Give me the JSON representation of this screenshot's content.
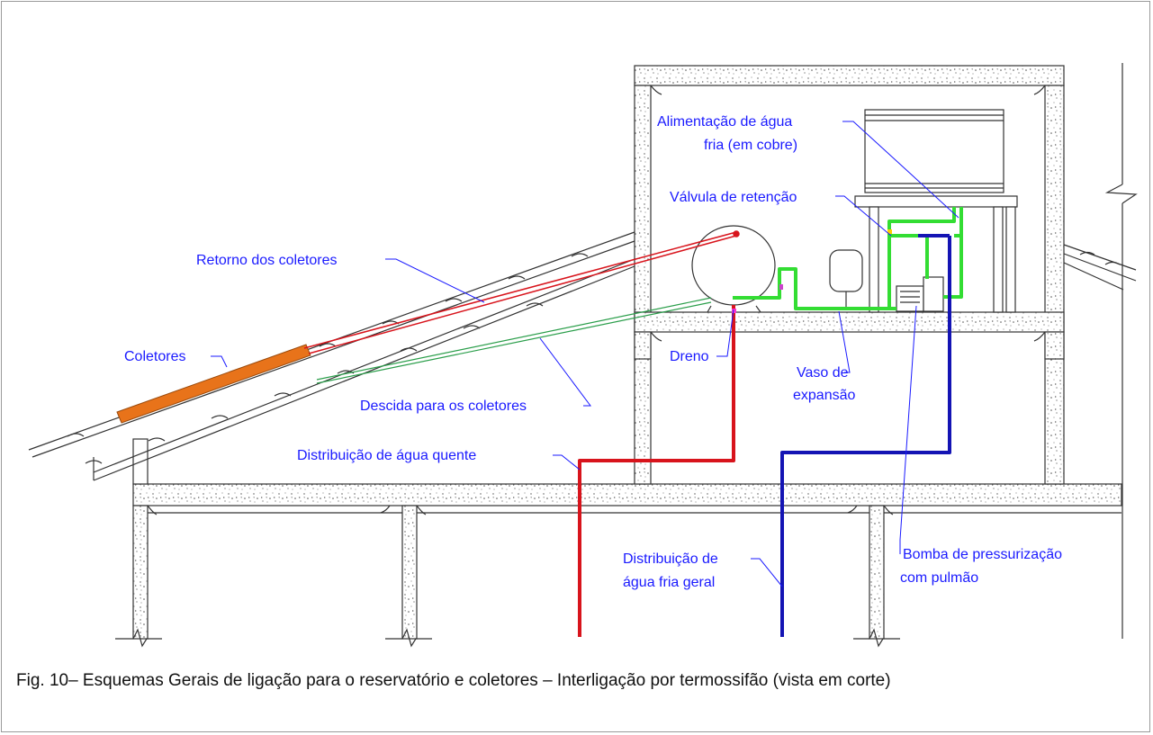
{
  "labels": {
    "alimentacao_l1": "Alimentação de água",
    "alimentacao_l2": "fria (em cobre)",
    "valvula": "Válvula de retenção",
    "retorno": "Retorno dos coletores",
    "coletores": "Coletores",
    "dreno": "Dreno",
    "vaso_l1": "Vaso de",
    "vaso_l2": "expansão",
    "descida": "Descida para os coletores",
    "dist_quente": "Distribuição de água quente",
    "dist_fria_l1": "Distribuição de",
    "dist_fria_l2": "água fria geral",
    "bomba_l1": "Bomba de pressurização",
    "bomba_l2": "com pulmão"
  },
  "caption": "Fig. 10– Esquemas Gerais de ligação para o reservatório e coletores – Interligação por termossifão (vista em corte)",
  "colors": {
    "label_text": "#1a1aff",
    "hot_pipe": "#d8141c",
    "cold_pipe": "#1414b4",
    "circuit_pipe": "#33dd33",
    "collector": "#e8731a",
    "structure": "#333333"
  }
}
